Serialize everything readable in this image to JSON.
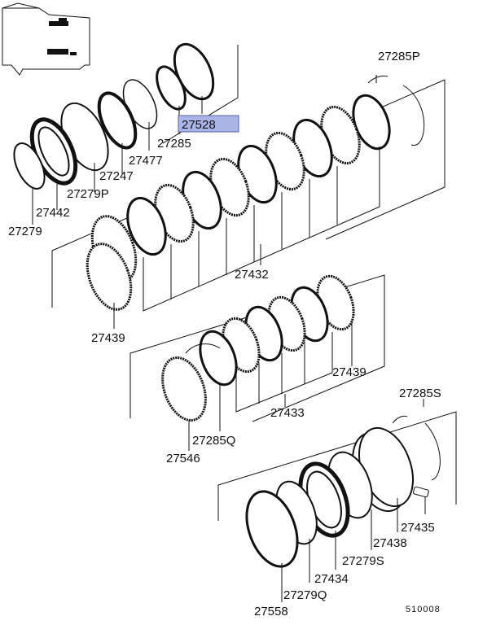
{
  "diagram": {
    "figure_number": "510008",
    "highlighted_part": "27528",
    "highlight_color": "#aab4e6",
    "parts": [
      {
        "id": "27285P",
        "label": "27285P"
      },
      {
        "id": "27528",
        "label": "27528"
      },
      {
        "id": "27285",
        "label": "27285"
      },
      {
        "id": "27477",
        "label": "27477"
      },
      {
        "id": "27247",
        "label": "27247"
      },
      {
        "id": "27279P",
        "label": "27279P"
      },
      {
        "id": "27442",
        "label": "27442"
      },
      {
        "id": "27279",
        "label": "27279"
      },
      {
        "id": "27432",
        "label": "27432"
      },
      {
        "id": "27439a",
        "label": "27439"
      },
      {
        "id": "27439b",
        "label": "27439"
      },
      {
        "id": "27433",
        "label": "27433"
      },
      {
        "id": "27285Q",
        "label": "27285Q"
      },
      {
        "id": "27546",
        "label": "27546"
      },
      {
        "id": "27285S",
        "label": "27285S"
      },
      {
        "id": "27435",
        "label": "27435"
      },
      {
        "id": "27438",
        "label": "27438"
      },
      {
        "id": "27279S",
        "label": "27279S"
      },
      {
        "id": "27434",
        "label": "27434"
      },
      {
        "id": "27279Q",
        "label": "27279Q"
      },
      {
        "id": "27558",
        "label": "27558"
      }
    ]
  }
}
